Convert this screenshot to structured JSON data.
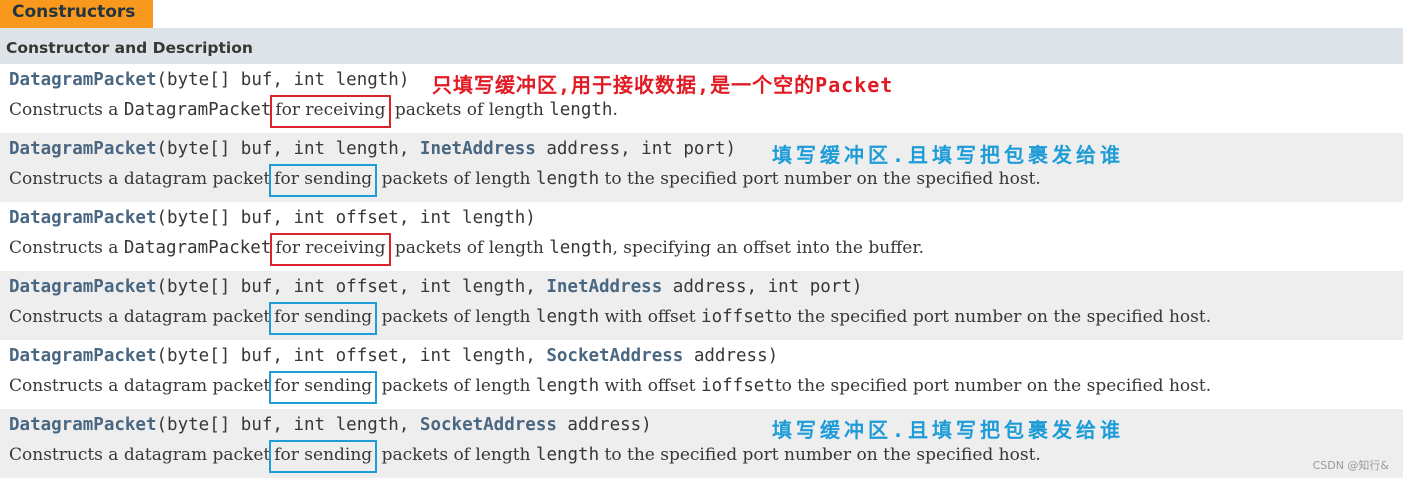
{
  "tab": {
    "label": "Constructors"
  },
  "table_header": {
    "label": "Constructor and Description"
  },
  "rows": [
    {
      "sig": {
        "method": "DatagramPacket",
        "open": "(byte[] buf, int length)",
        "t1": "",
        "p1": "",
        "t2": "",
        "p2": ""
      },
      "desc": {
        "before": "Constructs a ",
        "code_before": "DatagramPacket",
        "plain_before": "",
        "highlight": "for receiving",
        "after1": " packets of length ",
        "code1": "length",
        "after2": ".",
        "code2": "",
        "after3": ""
      },
      "note": "只填写缓冲区,用于接收数据,是一个空的Packet",
      "highlight_color": "#d9232d"
    },
    {
      "sig": {
        "method": "DatagramPacket",
        "open": "(byte[] buf, int length, ",
        "t1": "InetAddress",
        "p1": " address, int port)",
        "t2": "",
        "p2": ""
      },
      "desc": {
        "before": "Constructs a datagram packet",
        "code_before": "",
        "plain_before": "",
        "highlight": "for sending",
        "after1": " packets of length ",
        "code1": "length",
        "after2": " to the specified port number on the specified host.",
        "code2": "",
        "after3": ""
      },
      "note": "填写缓冲区.且填写把包裹发给谁",
      "highlight_color": "#1e9cd7"
    },
    {
      "sig": {
        "method": "DatagramPacket",
        "open": "(byte[] buf, int offset, int length)",
        "t1": "",
        "p1": "",
        "t2": "",
        "p2": ""
      },
      "desc": {
        "before": "Constructs a ",
        "code_before": "DatagramPacket",
        "plain_before": "",
        "highlight": "for receiving",
        "after1": " packets of length ",
        "code1": "length",
        "after2": ", specifying an offset into the buffer.",
        "code2": "",
        "after3": ""
      },
      "note": "",
      "highlight_color": "#d9232d"
    },
    {
      "sig": {
        "method": "DatagramPacket",
        "open": "(byte[] buf, int offset, int length, ",
        "t1": "InetAddress",
        "p1": " address, int port)",
        "t2": "",
        "p2": ""
      },
      "desc": {
        "before": "Constructs a datagram packet",
        "code_before": "",
        "plain_before": "",
        "highlight": "for sending",
        "after1": " packets of length ",
        "code1": "length",
        "after2": " with offset ",
        "code2": "ioffset",
        "after3": "to the specified port number on the specified host."
      },
      "note": "",
      "highlight_color": "#1e9cd7"
    },
    {
      "sig": {
        "method": "DatagramPacket",
        "open": "(byte[] buf, int offset, int length, ",
        "t1": "SocketAddress",
        "p1": " address)",
        "t2": "",
        "p2": ""
      },
      "desc": {
        "before": "Constructs a datagram packet",
        "code_before": "",
        "plain_before": "",
        "highlight": "for sending",
        "after1": " packets of length ",
        "code1": "length",
        "after2": " with offset ",
        "code2": "ioffset",
        "after3": "to the specified port number on the specified host."
      },
      "note": "",
      "highlight_color": "#1e9cd7"
    },
    {
      "sig": {
        "method": "DatagramPacket",
        "open": "(byte[] buf, int length, ",
        "t1": "SocketAddress",
        "p1": " address)",
        "t2": "",
        "p2": ""
      },
      "desc": {
        "before": "Constructs a datagram packet",
        "code_before": "",
        "plain_before": "",
        "highlight": "for sending",
        "after1": " packets of length ",
        "code1": "length",
        "after2": " to the specified port number on the specified host.",
        "code2": "",
        "after3": ""
      },
      "note": "填写缓冲区.且填写把包裹发给谁",
      "highlight_color": "#1e9cd7"
    }
  ],
  "watermark": "CSDN @知行&",
  "colors": {
    "tab_bg": "#f8981d",
    "header_bg": "#dee3e9",
    "row_alt_bg": "#eeeeef",
    "link": "#4a6782",
    "annotation_red": "#e01b24",
    "annotation_blue": "#1e9cd7"
  }
}
